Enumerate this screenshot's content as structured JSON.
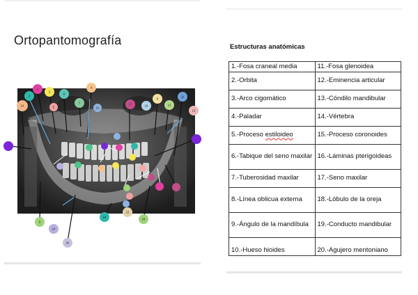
{
  "slide_title": "Ortopantomografía",
  "table_title": "Estructuras anatómicas",
  "table_rows": [
    [
      "1.-Fosa craneal media",
      "11.-Fosa glenoidea"
    ],
    [
      "2.-Orbita",
      "12.-Eminencia articular"
    ],
    [
      "3.-Arco cigomático",
      "13.-Cóndilo mandibular"
    ],
    [
      "4.-Paladar",
      "14.-Vértebra"
    ],
    [
      "5.-Proceso estiloideo",
      "15.-Proceso coronoides"
    ],
    [
      "6.-Tabique del seno maxilar",
      "16.-Láminas pterigoideas"
    ],
    [
      "7.-Tuberosidad maxilar",
      "17.-Seno maxilar"
    ],
    [
      "8.-Línea oblicua externa",
      "18.-Lóbulo de la oreja"
    ],
    [
      "9.-Ángulo de la mandíbula",
      "19.-Conducto mandibular"
    ],
    [
      "10.-Hueso hioides",
      "20.-Agujero mentoniano"
    ]
  ],
  "markers": [
    {
      "label": "1",
      "color": "#e040a0"
    },
    {
      "label": "2",
      "color": "#f5e65a"
    },
    {
      "label": "3",
      "color": "#2fb8a8"
    },
    {
      "label": "4",
      "color": "#f5c38a"
    },
    {
      "label": "5",
      "color": "#f0a2a2"
    },
    {
      "label": "6",
      "color": "#5ec3b5"
    },
    {
      "label": "7",
      "color": "#89c7a0"
    },
    {
      "label": "8",
      "color": "#f5b88a"
    },
    {
      "label": "9",
      "color": "#9fd37a"
    },
    {
      "label": "10",
      "color": "#b6b0e0"
    },
    {
      "label": "11",
      "color": "#6f9fd8"
    },
    {
      "label": "12",
      "color": "#b3d98a"
    },
    {
      "label": "13",
      "color": "#f0b6b6"
    },
    {
      "label": "14",
      "color": "#f5a8a8"
    },
    {
      "label": "15",
      "color": "#e2d0a8"
    },
    {
      "label": "16",
      "color": "#b0d4e8"
    },
    {
      "label": "17",
      "color": "#c44e8a"
    },
    {
      "label": "18",
      "color": "#4ec48a"
    },
    {
      "label": "19",
      "color": "#9fd37a"
    },
    {
      "label": "20",
      "color": "#c8c0e0"
    },
    {
      "label": "21",
      "color": "#8fb4e0"
    }
  ]
}
